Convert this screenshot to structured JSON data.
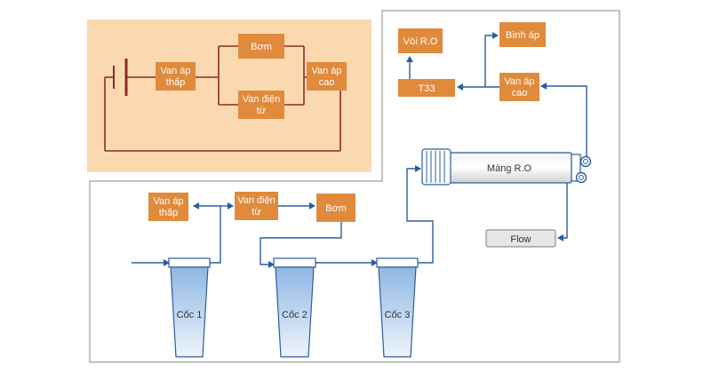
{
  "circuit": {
    "low_pressure_valve": [
      "Van áp",
      "thấp"
    ],
    "pump": "Bơm",
    "solenoid_valve": [
      "Van điện",
      "từ"
    ],
    "high_pressure_valve": [
      "Van áp",
      "cao"
    ]
  },
  "ro_unit": {
    "faucet": "Vòi R.O",
    "tank": "Bình áp",
    "t33": "T33",
    "high_pressure_valve": [
      "Van áp",
      "cao"
    ],
    "membrane": "Màng R.O",
    "flow": "Flow"
  },
  "filter_line": {
    "low_pressure_valve": [
      "Van áp",
      "thấp"
    ],
    "solenoid_valve": [
      "Van điện",
      "từ"
    ],
    "pump": "Bơm",
    "cups": [
      "Cốc 1",
      "Cốc 2",
      "Cốc 3"
    ]
  },
  "colors": {
    "orange_box": "#e08a3c",
    "panel_bg": "#fbd9b0",
    "wire": "#8b2a2a",
    "pipe": "#2a5d9f",
    "water": "#a9c9ea"
  }
}
